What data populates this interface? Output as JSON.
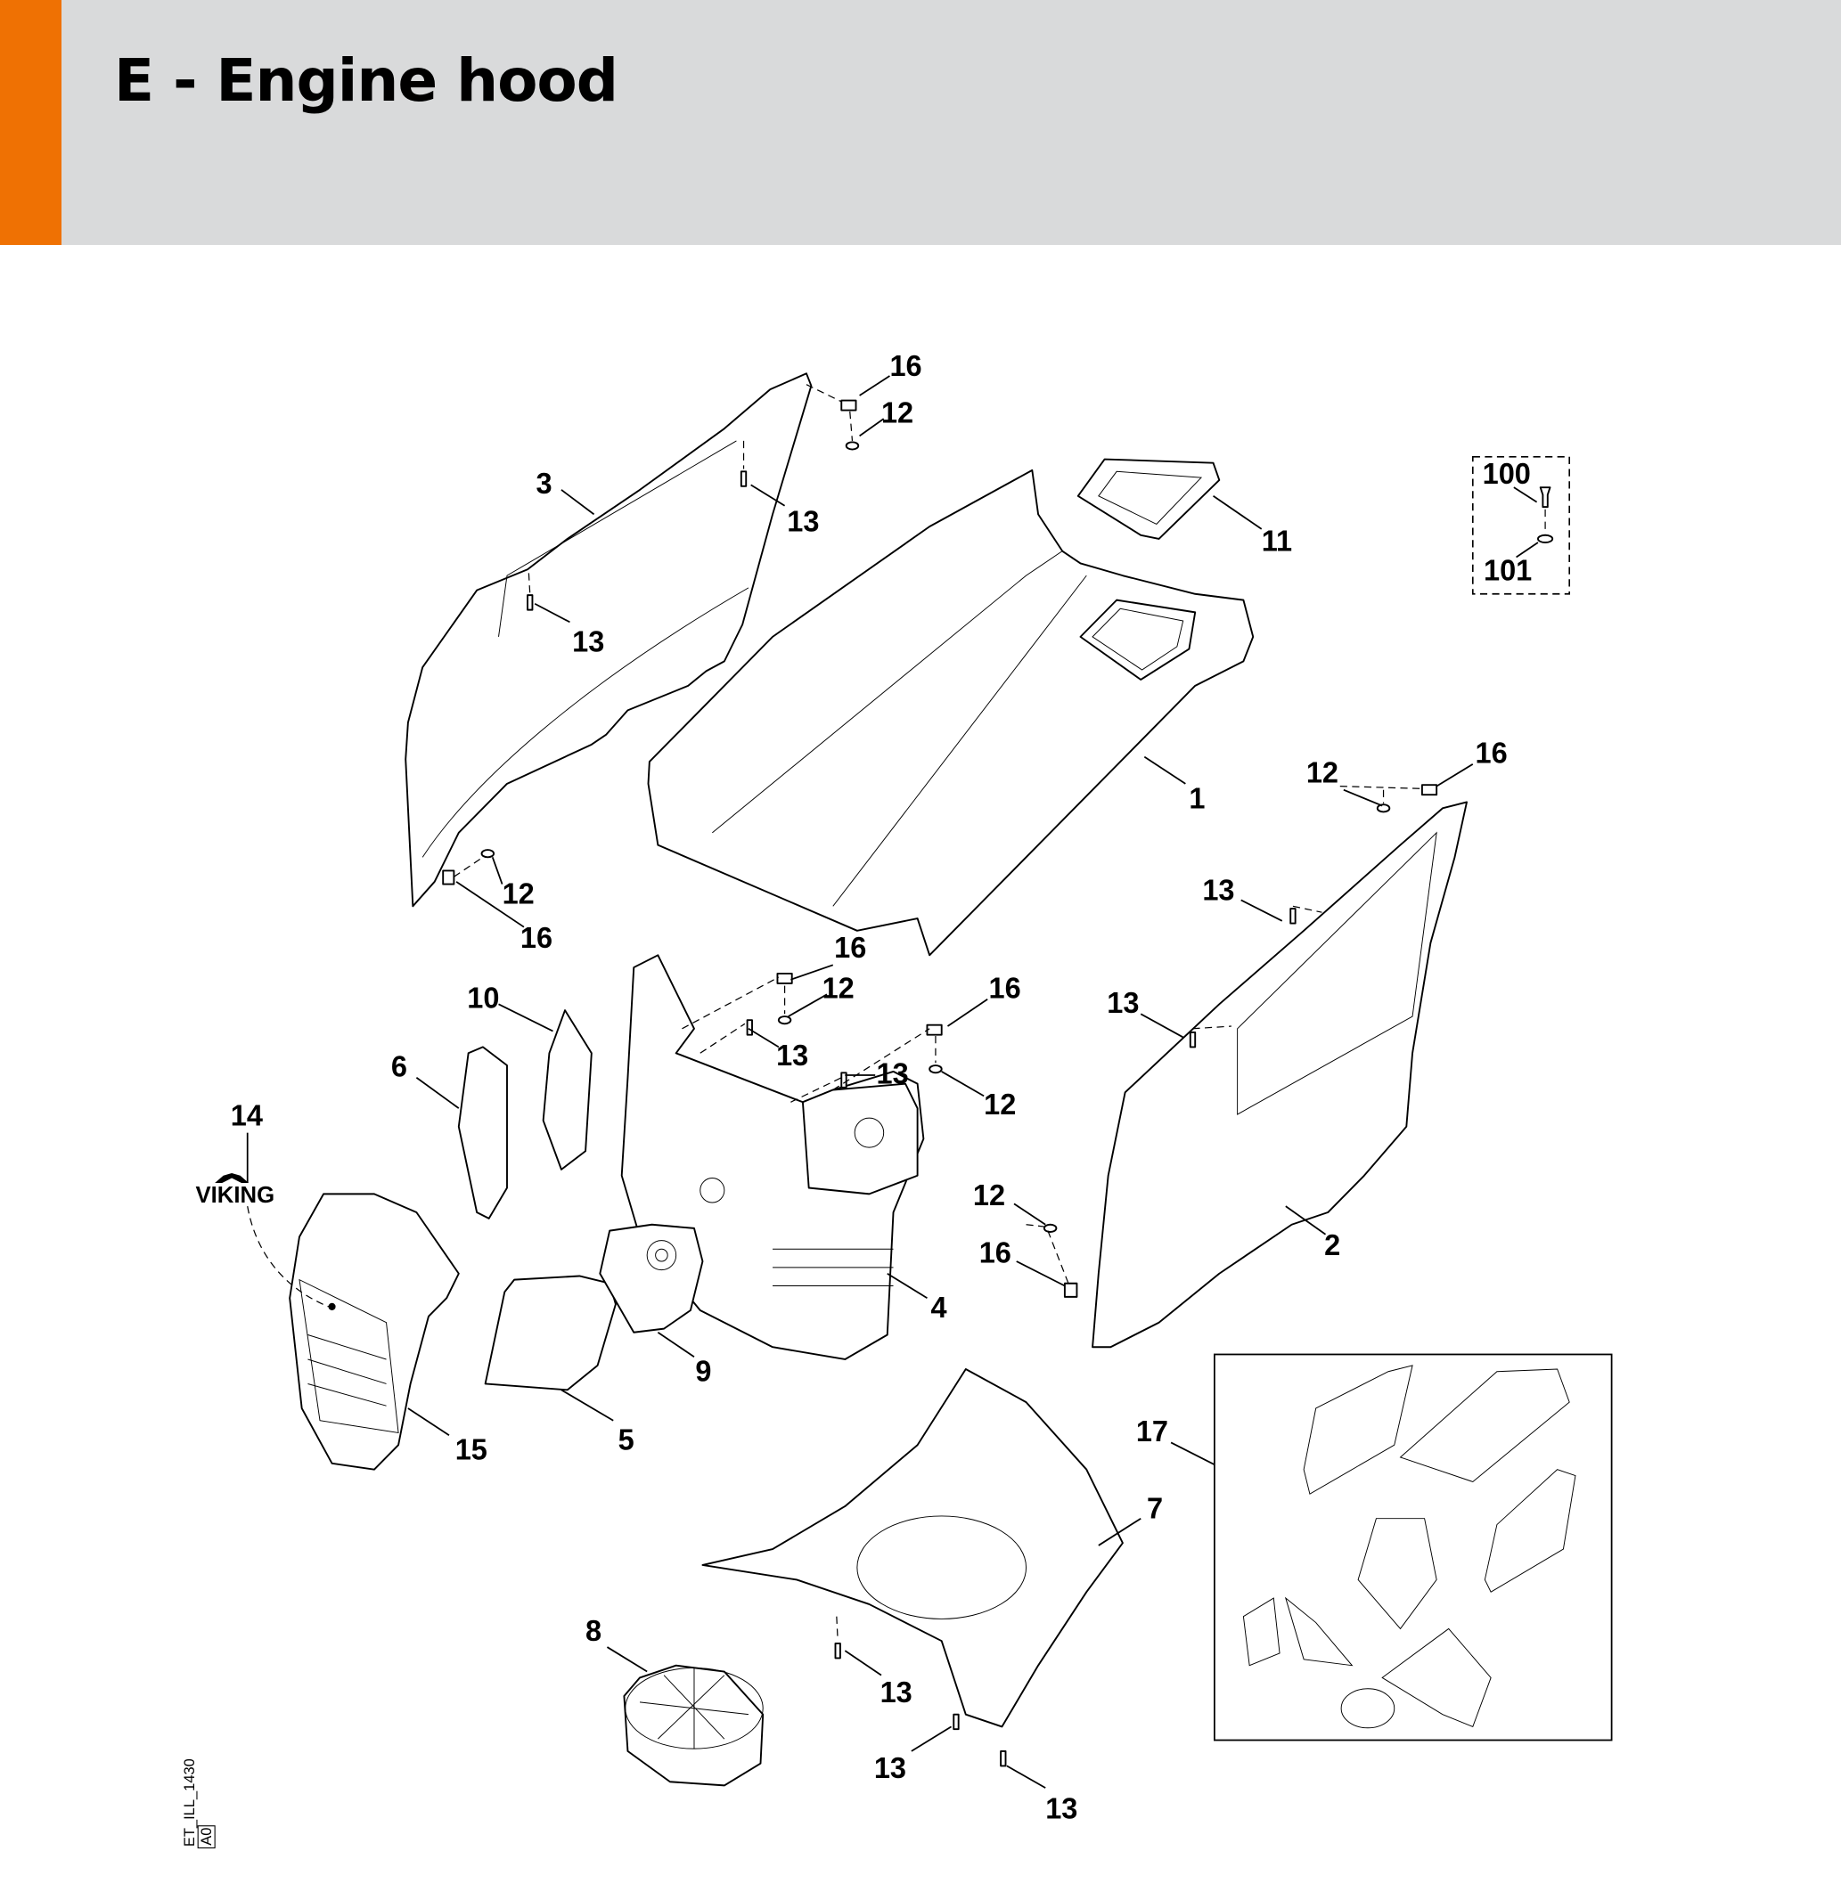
{
  "header": {
    "title": "E - Engine hood",
    "accent_color": "#ef7103",
    "background_color": "#d9dadb"
  },
  "diagram": {
    "reference_code": "ET_ILL_1430",
    "revision": "A0",
    "brand_logo": "VIKING",
    "callouts": [
      {
        "id": "c1",
        "label": "1"
      },
      {
        "id": "c2",
        "label": "2"
      },
      {
        "id": "c3",
        "label": "3"
      },
      {
        "id": "c4",
        "label": "4"
      },
      {
        "id": "c5",
        "label": "5"
      },
      {
        "id": "c6",
        "label": "6"
      },
      {
        "id": "c7",
        "label": "7"
      },
      {
        "id": "c8",
        "label": "8"
      },
      {
        "id": "c9",
        "label": "9"
      },
      {
        "id": "c10",
        "label": "10"
      },
      {
        "id": "c11",
        "label": "11"
      },
      {
        "id": "c12a",
        "label": "12"
      },
      {
        "id": "c12b",
        "label": "12"
      },
      {
        "id": "c12c",
        "label": "12"
      },
      {
        "id": "c12d",
        "label": "12"
      },
      {
        "id": "c12e",
        "label": "12"
      },
      {
        "id": "c12f",
        "label": "12"
      },
      {
        "id": "c13a",
        "label": "13"
      },
      {
        "id": "c13b",
        "label": "13"
      },
      {
        "id": "c13c",
        "label": "13"
      },
      {
        "id": "c13d",
        "label": "13"
      },
      {
        "id": "c13e",
        "label": "13"
      },
      {
        "id": "c13f",
        "label": "13"
      },
      {
        "id": "c13g",
        "label": "13"
      },
      {
        "id": "c13h",
        "label": "13"
      },
      {
        "id": "c13i",
        "label": "13"
      },
      {
        "id": "c14",
        "label": "14"
      },
      {
        "id": "c15",
        "label": "15"
      },
      {
        "id": "c16a",
        "label": "16"
      },
      {
        "id": "c16b",
        "label": "16"
      },
      {
        "id": "c16c",
        "label": "16"
      },
      {
        "id": "c16d",
        "label": "16"
      },
      {
        "id": "c16e",
        "label": "16"
      },
      {
        "id": "c16f",
        "label": "16"
      },
      {
        "id": "c17",
        "label": "17"
      },
      {
        "id": "c100",
        "label": "100"
      },
      {
        "id": "c101",
        "label": "101"
      }
    ]
  }
}
